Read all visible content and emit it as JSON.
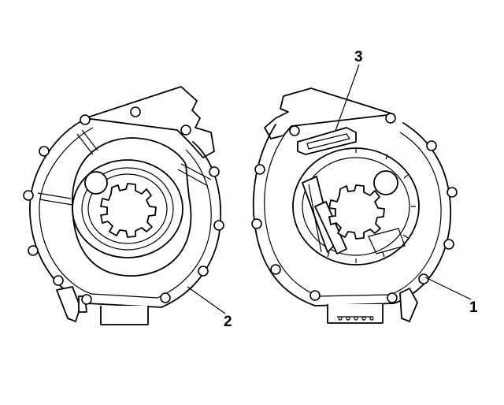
{
  "callouts": {
    "c1": "1",
    "c2": "2",
    "c3": "3"
  },
  "colors": {
    "line": "#000000",
    "background": "#ffffff"
  }
}
